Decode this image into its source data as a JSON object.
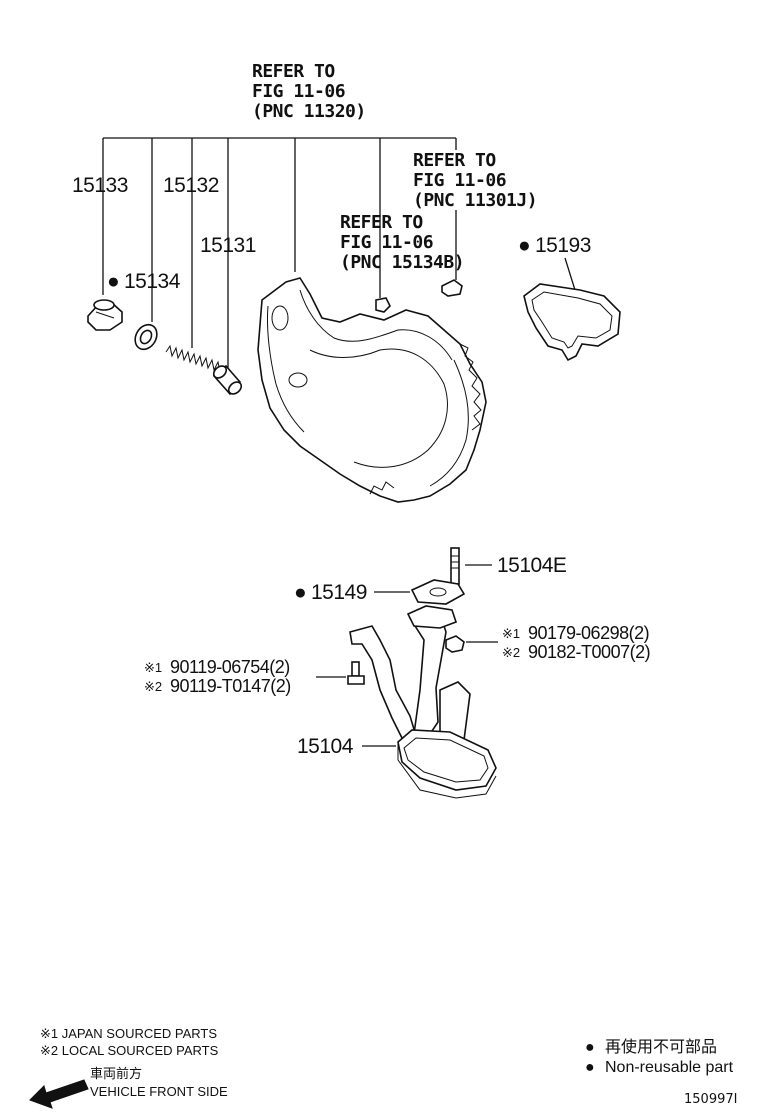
{
  "refer_top": {
    "line1": "REFER TO",
    "line2": "FIG 11-06",
    "line3": "(PNC 11320)"
  },
  "refer_right": {
    "line1": "REFER TO",
    "line2": "FIG 11-06",
    "line3": "(PNC 11301J)"
  },
  "refer_mid": {
    "line1": "REFER TO",
    "line2": "FIG 11-06",
    "line3": "(PNC 15134B)"
  },
  "parts": {
    "p15133": "15133",
    "p15132": "15132",
    "p15131": "15131",
    "p15134": "15134",
    "p15193": "15193",
    "p15104E": "15104E",
    "p15149": "15149",
    "p15104": "15104",
    "bolt_right_1": "90179-06298(2)",
    "bolt_right_2": "90182-T0007(2)",
    "bolt_left_1": "90119-06754(2)",
    "bolt_left_2": "90119-T0147(2)"
  },
  "marks": {
    "ref1": "※1",
    "ref2": "※2",
    "bullet": "●"
  },
  "notes": {
    "japan": "※1 JAPAN SOURCED PARTS",
    "local": "※2 LOCAL SOURCED PARTS",
    "front_jp": "車両前方",
    "front_en": "VEHICLE FRONT SIDE"
  },
  "legend": {
    "jp": "再使用不可部品",
    "en": "Non-reusable part"
  },
  "figure_id": "150997I"
}
